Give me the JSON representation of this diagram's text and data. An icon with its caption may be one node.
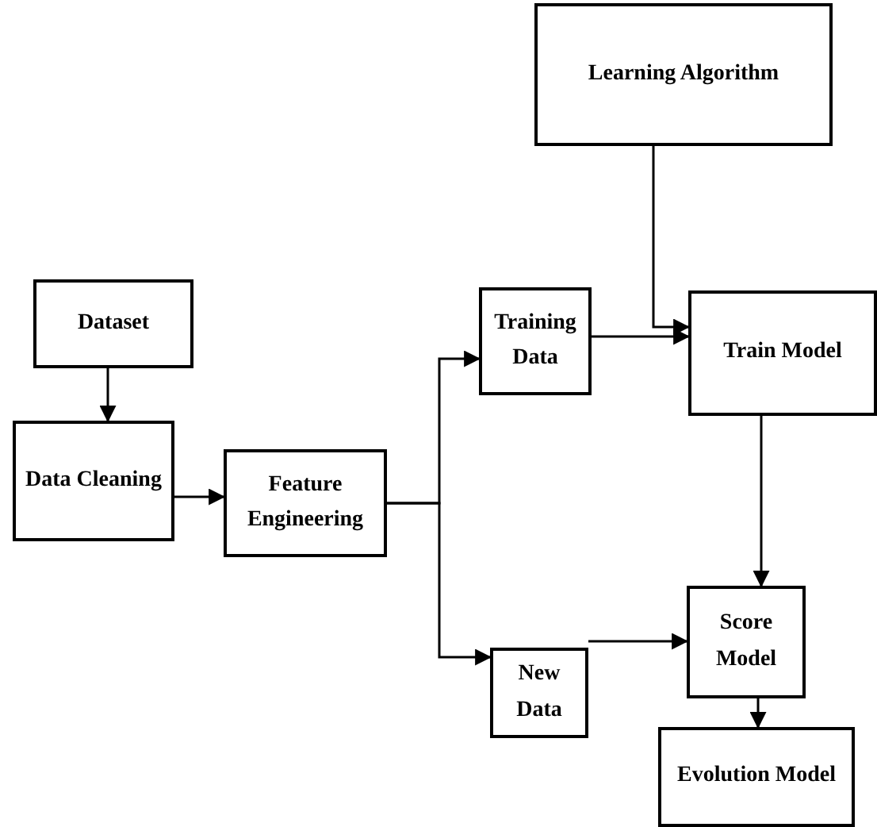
{
  "diagram": {
    "nodes": [
      {
        "text": [
          "Learning Algorithm"
        ]
      },
      {
        "text": [
          "Dataset"
        ]
      },
      {
        "text": [
          "Data Cleaning"
        ]
      },
      {
        "text": [
          "Feature Engineering"
        ]
      },
      {
        "text": [
          "Training Data"
        ]
      },
      {
        "text": [
          "Train Model"
        ]
      },
      {
        "text": [
          "New Data"
        ]
      },
      {
        "text": [
          "Score Model"
        ]
      },
      {
        "text": [
          "Evolution Model"
        ]
      }
    ],
    "edges": [
      {
        "from": 1,
        "to": 2,
        "arrow": "to"
      },
      {
        "from": 2,
        "to": 3,
        "arrow": "to"
      },
      {
        "from": 3,
        "to": 4,
        "arrow": "to"
      },
      {
        "from": 3,
        "to": 6,
        "arrow": "to"
      },
      {
        "from": 0,
        "to": 5,
        "arrow": "to"
      },
      {
        "from": 4,
        "to": 5,
        "arrow": "to"
      },
      {
        "from": 5,
        "to": 7,
        "arrow": "to"
      },
      {
        "from": 6,
        "to": 7,
        "arrow": "to"
      },
      {
        "from": 7,
        "to": 8,
        "arrow": "to"
      }
    ]
  }
}
